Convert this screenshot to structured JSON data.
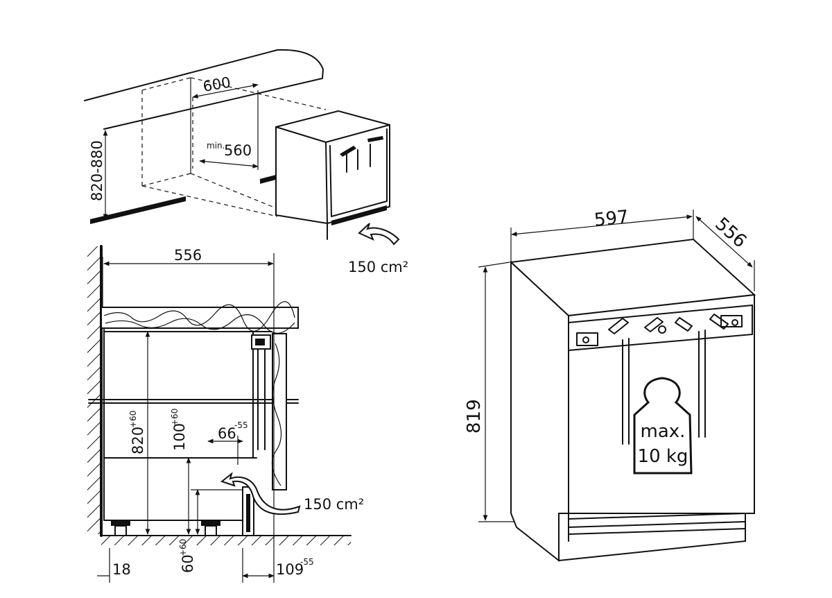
{
  "top_view": {
    "dim_width": "600",
    "dim_min_label": "min.",
    "dim_min_value": "560",
    "dim_height_range": "820-880",
    "vent_area": "150 cm²"
  },
  "side_view": {
    "dim_depth": "556",
    "dim_niche_height_base": "820",
    "dim_niche_height_tol": "+60",
    "dim_plinth_height_base": "100",
    "dim_plinth_height_tol": "+60",
    "dim_offset_base": "66",
    "dim_offset_tol": "-55",
    "dim_wall_gap": "18",
    "dim_feet_base": "60",
    "dim_feet_tol": "+60",
    "dim_bottom_right_base": "109",
    "dim_bottom_right_tol": "-55",
    "vent_area": "150 cm²"
  },
  "appliance_view": {
    "dim_width": "597",
    "dim_depth": "556",
    "dim_height": "819",
    "load_line1": "max.",
    "load_line2": "10 kg"
  }
}
